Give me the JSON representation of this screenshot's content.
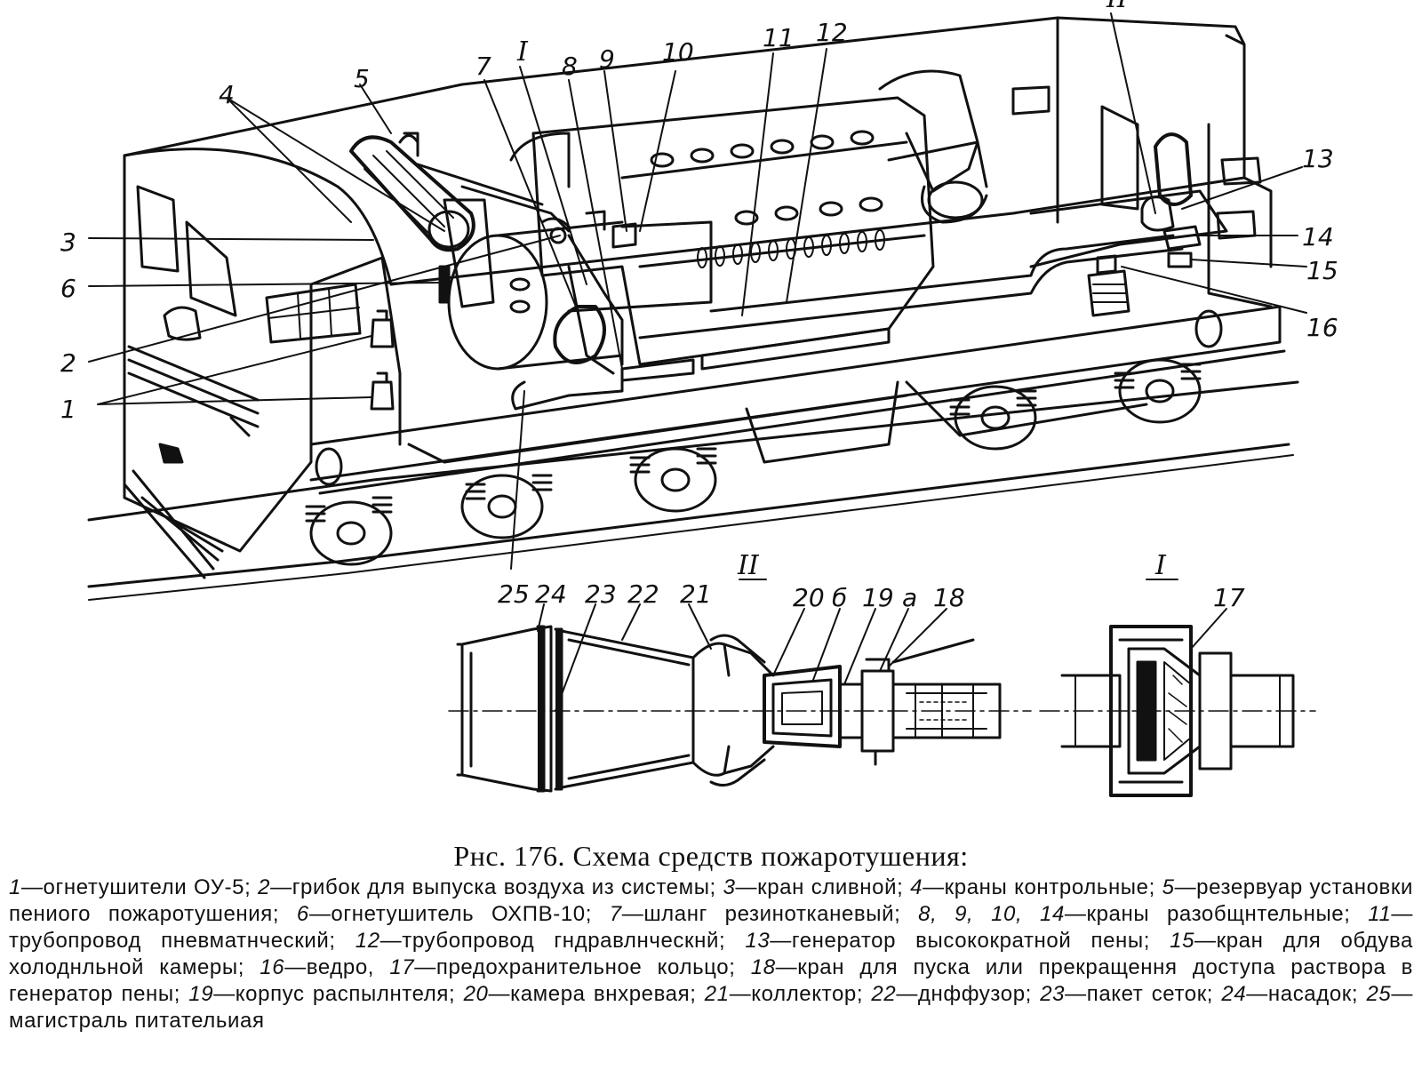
{
  "figure": {
    "caption_title": "Рнс. 176. Схема средств пожаротушения:",
    "legend_items": [
      {
        "num": "1",
        "text": "огнетушители ОУ-5"
      },
      {
        "num": "2",
        "text": "грибок для выпуска воздуха из системы"
      },
      {
        "num": "3",
        "text": "кран сливной"
      },
      {
        "num": "4",
        "text": "краны контрольные"
      },
      {
        "num": "5",
        "text": "резервуар установки пениого пожаротушения"
      },
      {
        "num": "6",
        "text": "огнетушитель ОХПВ-10"
      },
      {
        "num": "7",
        "text": "шланг резинотканевый"
      },
      {
        "num": "8, 9, 10, 14",
        "text": "краны разобщнтельные"
      },
      {
        "num": "11",
        "text": "трубопровод пневматнческий"
      },
      {
        "num": "12",
        "text": "трубопровод гндравлнческнй"
      },
      {
        "num": "13",
        "text": "генератор высокократной пены"
      },
      {
        "num": "15",
        "text": "кран для обдува холоднльной камеры"
      },
      {
        "num": "16",
        "text": "ведро"
      },
      {
        "num": "17",
        "text": "предохранительное кольцо"
      },
      {
        "num": "18",
        "text": "кран для пуска или прекращення доступа раствора в генератор пены"
      },
      {
        "num": "19",
        "text": "корпус распылнтеля"
      },
      {
        "num": "20",
        "text": "камера внхревая"
      },
      {
        "num": "21",
        "text": "коллектор"
      },
      {
        "num": "22",
        "text": "днффузор"
      },
      {
        "num": "23",
        "text": "пакет сеток"
      },
      {
        "num": "24",
        "text": "насадок"
      },
      {
        "num": "25",
        "text": "магистраль питательиая"
      }
    ],
    "callouts": {
      "n1": "1",
      "n2": "2",
      "n3": "3",
      "n4": "4",
      "n5": "5",
      "n6": "6",
      "n7": "7",
      "n8": "8",
      "n9": "9",
      "n10": "10",
      "n11": "11",
      "n12": "12",
      "n13": "13",
      "n14": "14",
      "n15": "15",
      "n16": "16",
      "n17": "17",
      "n18": "18",
      "n19": "19",
      "n20": "20",
      "n21": "21",
      "n22": "22",
      "n23": "23",
      "n24": "24",
      "n25": "25",
      "a": "а",
      "b": "б",
      "view_I_top": "I",
      "view_II_top": "II",
      "view_I_detail": "I",
      "view_II_detail": "II"
    }
  }
}
